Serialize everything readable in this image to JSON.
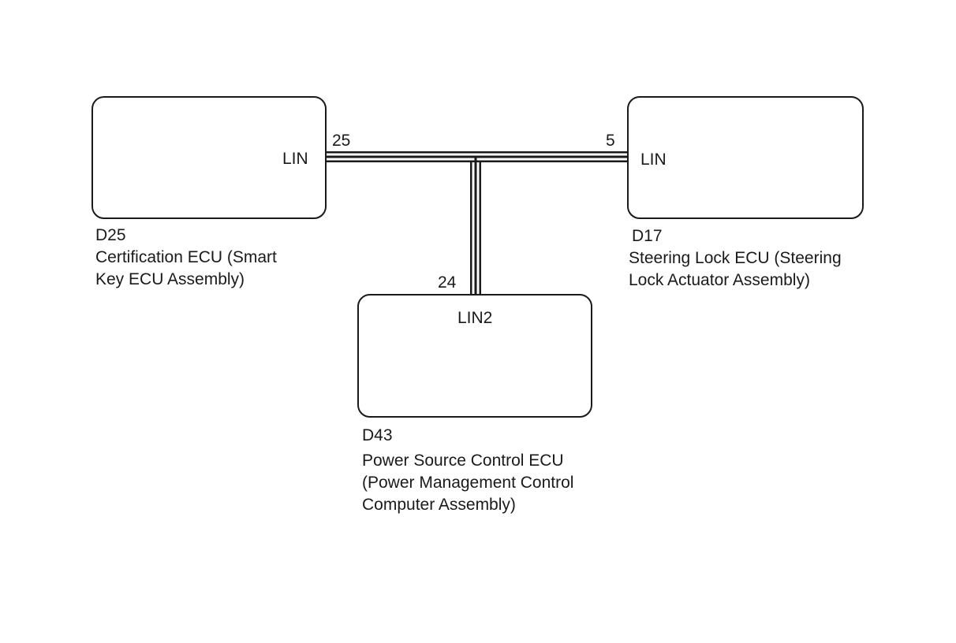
{
  "components": {
    "d25": {
      "code": "D25",
      "name_line1": "Certification ECU (Smart",
      "name_line2": "Key ECU Assembly)",
      "pin_label": "LIN",
      "pin_number": "25"
    },
    "d17": {
      "code": "D17",
      "name_line1": "Steering Lock ECU (Steering",
      "name_line2": "Lock Actuator Assembly)",
      "pin_label": "LIN",
      "pin_number": "5"
    },
    "d43": {
      "code": "D43",
      "name_line1": "Power Source Control ECU",
      "name_line2": "(Power Management Control",
      "name_line3": "Computer Assembly)",
      "pin_label": "LIN2",
      "pin_number": "24"
    }
  },
  "colors": {
    "line": "#1a1a1a",
    "background": "#ffffff"
  }
}
